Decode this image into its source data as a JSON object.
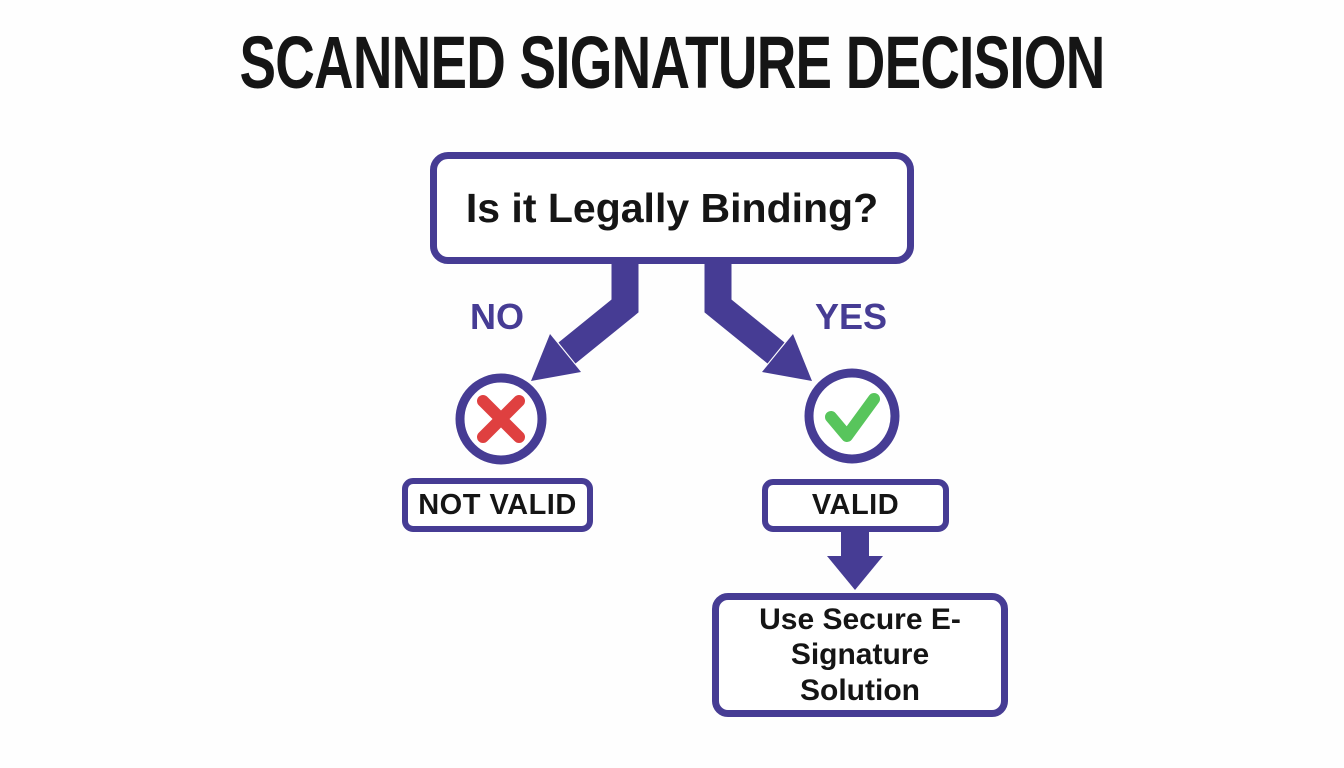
{
  "title": "SCANNED SIGNATURE DECISION",
  "question": {
    "text": "Is it Legally Binding?"
  },
  "branches": {
    "no": {
      "label": "NO",
      "icon": "cross-circle-icon",
      "result": "NOT VALID"
    },
    "yes": {
      "label": "YES",
      "icon": "check-circle-icon",
      "result": "VALID",
      "action": "Use Secure E-Signature Solution"
    }
  },
  "colors": {
    "accent_purple": "#463c94",
    "invalid_red": "#df4040",
    "valid_green": "#58c55c",
    "text_black": "#151515",
    "background": "#fefefe"
  }
}
